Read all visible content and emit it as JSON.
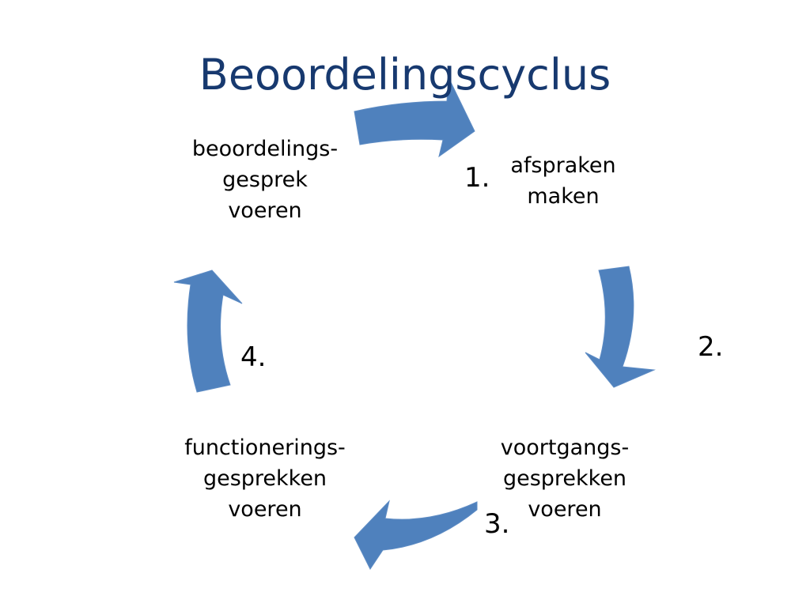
{
  "slide": {
    "title": "Beoordelingscyclus",
    "steps": [
      {
        "number": "1.",
        "lines": [
          "afspraken",
          "maken"
        ]
      },
      {
        "number": "2.",
        "lines": [
          "voortgangs-",
          "gesprekken",
          "voeren"
        ]
      },
      {
        "number": "3.",
        "lines": [
          "functionerings-",
          "gesprekken",
          "voeren"
        ]
      },
      {
        "number": "4.",
        "lines": [
          "beoordelings-",
          "gesprek",
          "voeren"
        ]
      }
    ]
  },
  "colors": {
    "title": "#17396f",
    "arrow": "#4f81bd",
    "text": "#000000"
  },
  "icons": [
    "curved-arrow-icon"
  ]
}
